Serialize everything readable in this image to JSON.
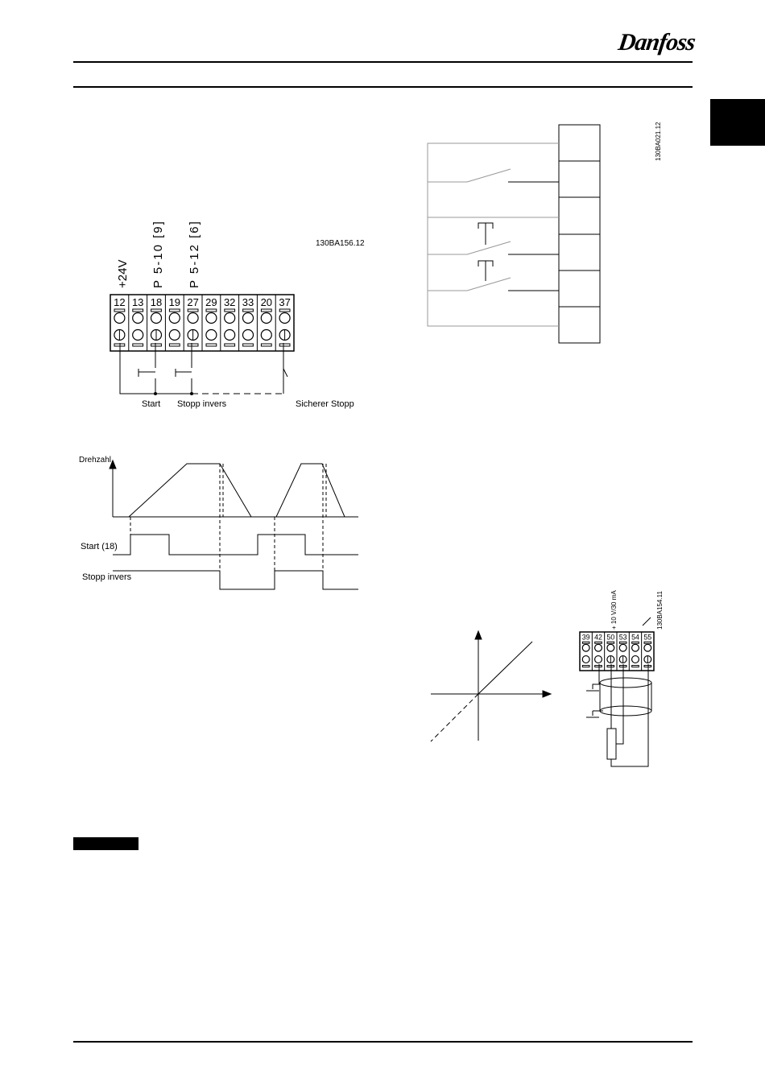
{
  "header": {
    "logo_text": "Danfoss"
  },
  "figure_start_stop": {
    "ref_code": "130BA156.12",
    "terminal_numbers": [
      "12",
      "13",
      "18",
      "19",
      "27",
      "29",
      "32",
      "33",
      "20",
      "37"
    ],
    "label_24v": "+24V",
    "label_p510": "P 5-10 [9]",
    "label_p512": "P 5-12 [6]",
    "label_start": "Start",
    "label_stopp_invers": "Stopp invers",
    "label_sicherer_stopp": "Sicherer Stopp"
  },
  "figure_timing": {
    "label_drehzahl": "Drehzahl",
    "label_start18": "Start (18)",
    "label_stopp_invers": "Stopp invers"
  },
  "figure_switch_block": {
    "ref_code": "130BA021.12"
  },
  "figure_potentiometer": {
    "ref_code": "130BA154.11",
    "terminal_numbers": [
      "39",
      "42",
      "50",
      "53",
      "54",
      "55"
    ],
    "label_supply": "+ 10 V/30 mA"
  }
}
